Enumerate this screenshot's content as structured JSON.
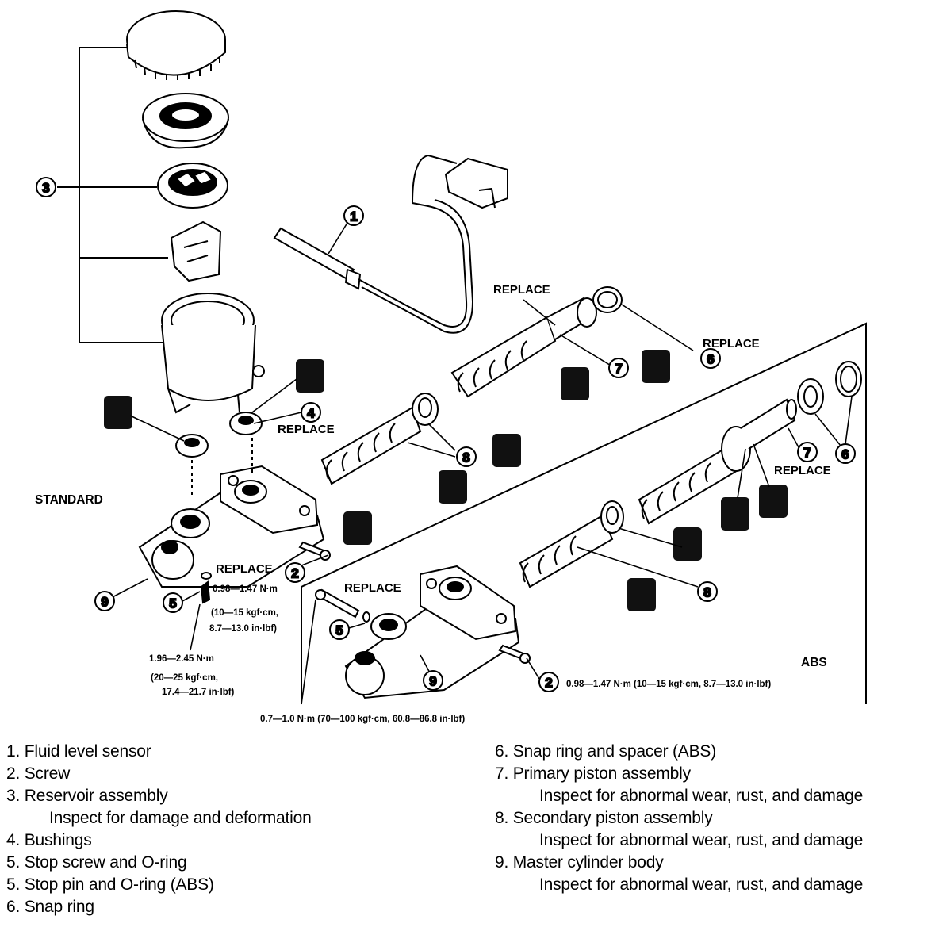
{
  "callouts": {
    "one": "1",
    "two": "2",
    "three": "3",
    "four": "4",
    "five": "5",
    "six": "6",
    "seven": "7",
    "eight": "8",
    "nine": "9"
  },
  "labels": {
    "replace": "REPLACE",
    "standard": "STANDARD",
    "abs": "ABS"
  },
  "torque": {
    "std_screw_line1": "0.98—1.47 N·m",
    "std_screw_line2": "(10—15 kgf·cm,",
    "std_screw_line3": "8.7—13.0 in·lbf)",
    "std_stop_line1": "1.96—2.45 N·m",
    "std_stop_line2": "(20—25 kgf·cm,",
    "std_stop_line3": "17.4—21.7 in·lbf)",
    "abs_screw": "0.98—1.47 N·m (10—15 kgf·cm, 8.7—13.0 in·lbf)",
    "abs_pin": "0.7—1.0 N·m (70—100 kgf·cm, 60.8—86.8 in·lbf)"
  },
  "legend": {
    "left": [
      {
        "text": "1. Fluid level sensor"
      },
      {
        "text": "2. Screw"
      },
      {
        "text": "3. Reservoir assembly",
        "note": "Inspect for damage and deformation"
      },
      {
        "text": "4. Bushings"
      },
      {
        "text": "5. Stop screw and O-ring"
      },
      {
        "text": "5. Stop pin and O-ring (ABS)"
      },
      {
        "text": "6. Snap ring"
      }
    ],
    "right": [
      {
        "text": "6. Snap ring and spacer (ABS)"
      },
      {
        "text": "7. Primary piston assembly",
        "note": "Inspect for abnormal wear, rust, and damage"
      },
      {
        "text": "8. Secondary piston assembly",
        "note": "Inspect for abnormal wear, rust, and damage"
      },
      {
        "text": "9. Master cylinder body",
        "note": "Inspect for abnormal wear, rust, and damage"
      }
    ]
  },
  "colors": {
    "ink": "#000000",
    "paper": "#ffffff",
    "grease_mark": "#111111"
  }
}
